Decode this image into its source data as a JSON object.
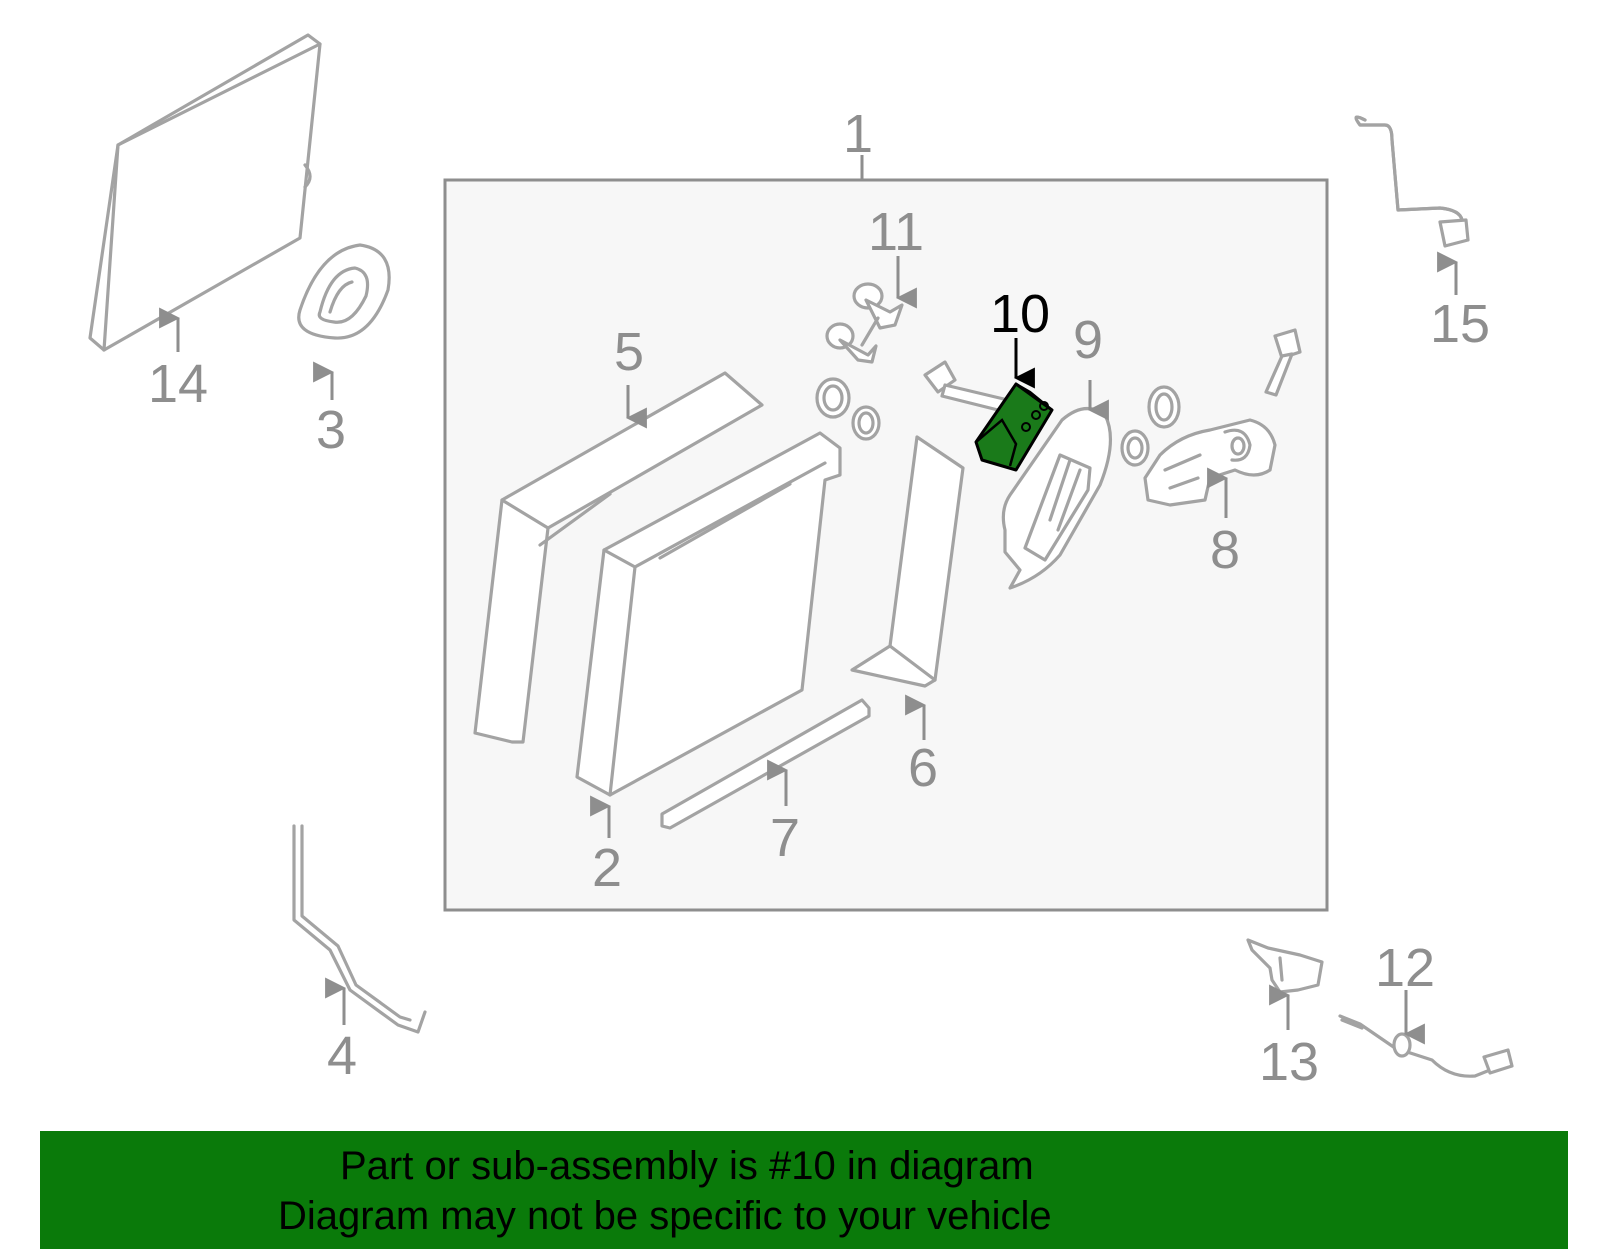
{
  "diagram": {
    "highlight_color": "#1a7a1a",
    "banner_color": "#0a7a0a",
    "callouts": [
      "1",
      "2",
      "3",
      "4",
      "5",
      "6",
      "7",
      "8",
      "9",
      "10",
      "11",
      "12",
      "13",
      "14",
      "15"
    ],
    "highlighted_part": "10"
  },
  "banner": {
    "line1": "Part or sub-assembly is #10 in diagram",
    "line2": "Diagram may not be specific to your vehicle"
  }
}
